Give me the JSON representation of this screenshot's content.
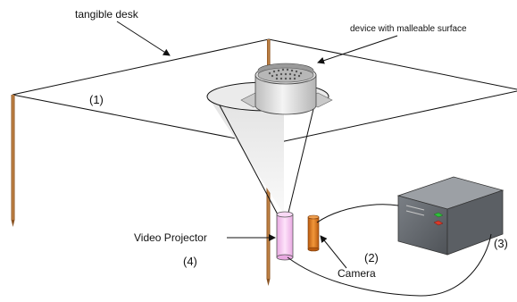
{
  "labels": {
    "tangible_desk": "tangible desk",
    "device": "device with malleable surface",
    "video_projector": "Video Projector",
    "camera": "Camera",
    "marker_1": "(1)",
    "marker_2": "(2)",
    "marker_3": "(3)",
    "marker_4": "(4)"
  },
  "colors": {
    "leg": "#b8773a",
    "leg_dark": "#8a5322",
    "projector_body": "#f6c6f0",
    "camera_body": "#e07a20",
    "computer_box": "#6f7378",
    "led_green": "#2fbf3a",
    "led_red": "#d83a2a",
    "cone_fill": "#ededed",
    "device_body": "#e6e6e6"
  }
}
